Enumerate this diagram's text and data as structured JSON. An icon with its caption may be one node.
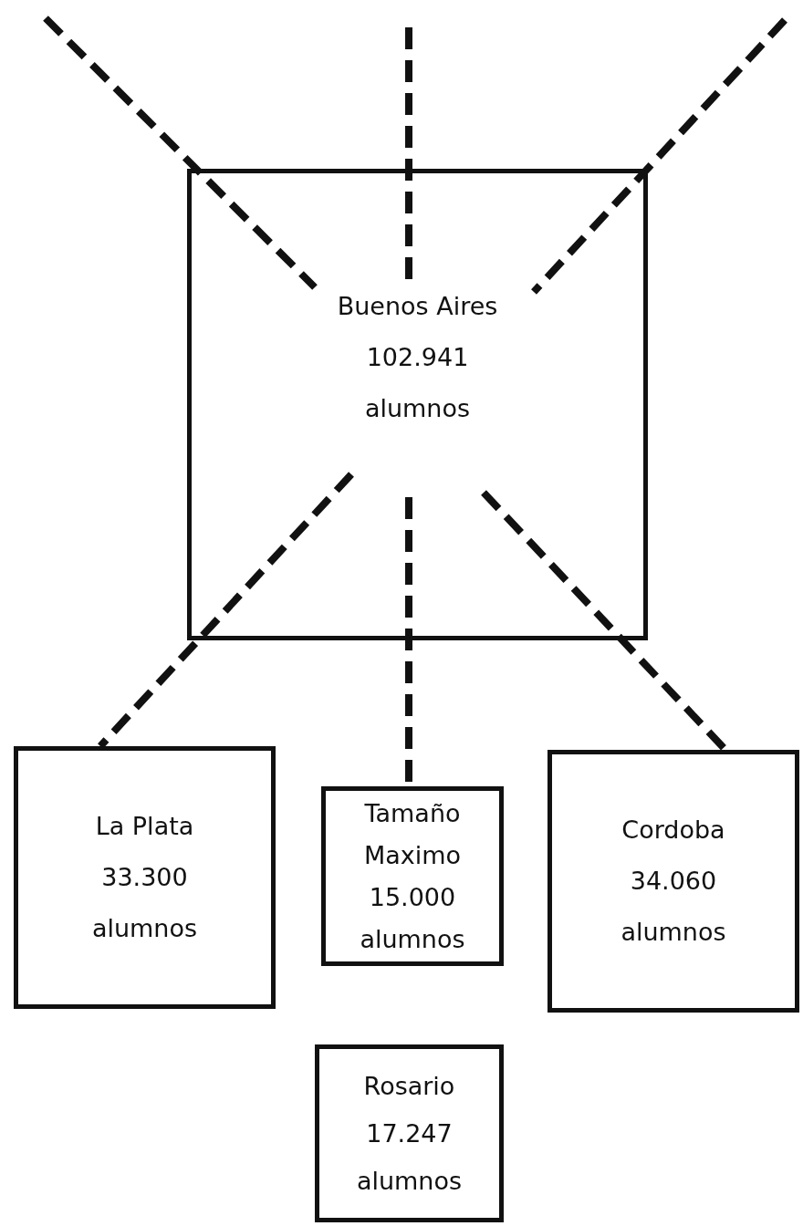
{
  "diagram": {
    "nodes": [
      {
        "text": [
          "Buenos Aires 102.941 alumnos"
        ]
      },
      {
        "text": [
          "La Plata 33.300 alumnos"
        ]
      },
      {
        "text": [
          "Tamaño Maximo 15.000 alumnos"
        ]
      },
      {
        "text": [
          "Cordoba 34.060 alumnos"
        ]
      },
      {
        "text": [
          "Rosario 17.247 alumnos"
        ]
      }
    ],
    "edges": [
      {
        "from": 0,
        "to": 1,
        "arrow": "none",
        "style": "dashed"
      },
      {
        "from": 0,
        "to": 2,
        "arrow": "none",
        "style": "dashed"
      },
      {
        "from": 0,
        "to": 3,
        "arrow": "none",
        "style": "dashed"
      }
    ]
  }
}
